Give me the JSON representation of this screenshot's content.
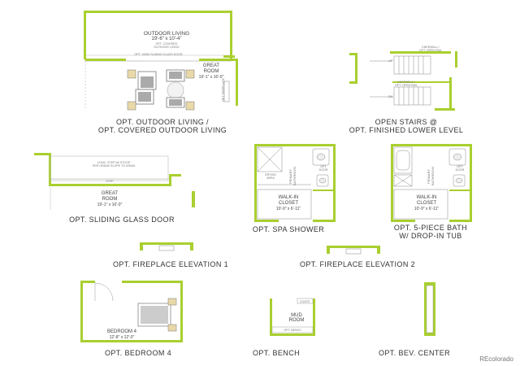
{
  "colors": {
    "wall": "#a9cf2f",
    "line": "#555555",
    "text": "#333333"
  },
  "plans": {
    "outdoor_living": {
      "caption_line1": "OPT. OUTDOOR LIVING /",
      "caption_line2": "OPT. COVERED OUTDOOR LIVING",
      "outdoor_title": "OUTDOOR LIVING",
      "outdoor_dims": "19'-6\" x 10'-4\"",
      "outdoor_note1": "OPT. COVERED",
      "outdoor_note2": "OUTDOOR LIVING",
      "door_note": "OPT. 10080 SLIDING GLASS DOOR",
      "room_title": "GREAT",
      "room_title2": "ROOM",
      "room_dims": "19'-1\" x 16'-0\"",
      "side_note": "OPT. FIREPLACE"
    },
    "open_stairs": {
      "caption_line1": "OPEN STAIRS @",
      "caption_line2": "OPT. FINISHED LOWER LEVEL",
      "note_top1": "KNEEWALL /",
      "note_top2": "OPT. OPEN RAIL",
      "note_mid1": "KNEEWALL /",
      "note_mid2": "OPT. OPEN RAIL",
      "up": "UP",
      "dn": "DN"
    },
    "sliding_door": {
      "caption": "OPT. SLIDING GLASS DOOR",
      "stoop1": "CONC. STEP W/ STOOP",
      "stoop2": "PER GRADE SLOPE TO DRAIN",
      "door_note": "STEP",
      "room_title": "GREAT",
      "room_title2": "ROOM",
      "room_dims": "19'-1\" x 16'-0\""
    },
    "spa_shower": {
      "caption": "OPT. SPA SHOWER",
      "drying": "DRYING",
      "drying2": "AREA",
      "bath": "PRIMARY",
      "bath2": "BATHROOM",
      "door": "OPT.",
      "door2": "DOOR",
      "closet": "WALK-IN",
      "closet2": "CLOSET",
      "closet_dims": "10'-9\" x 6'-11\""
    },
    "five_piece": {
      "caption_line1": "OPT. 5-PIECE BATH",
      "caption_line2": "W/ DROP-IN TUB",
      "bath": "PRIMARY",
      "bath2": "BATHROOM",
      "door": "OPT.",
      "door2": "DOOR",
      "closet": "WALK-IN",
      "closet2": "CLOSET",
      "closet_dims": "10'-9\" x 6'-11\""
    },
    "fireplace1": {
      "caption": "OPT. FIREPLACE ELEVATION 1"
    },
    "fireplace2": {
      "caption": "OPT. FIREPLACE ELEVATION 2"
    },
    "bedroom4": {
      "caption": "OPT. BEDROOM 4",
      "room_title": "BEDROOM 4",
      "room_dims": "12'-8\" x 12'-0\""
    },
    "bench": {
      "caption": "OPT. BENCH",
      "room_title": "MUD",
      "room_title2": "ROOM",
      "coats": "COATS",
      "bench_note": "OPT. BENCH"
    },
    "bev_center": {
      "caption": "OPT. BEV. CENTER"
    }
  },
  "credit": "REcolorado"
}
